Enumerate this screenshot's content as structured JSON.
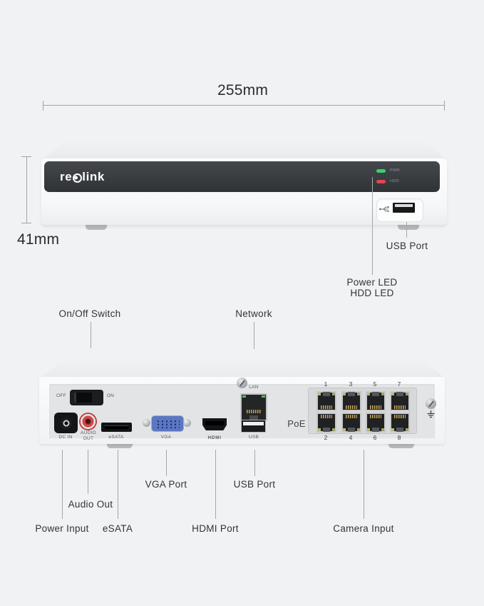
{
  "dimensions": {
    "width_label": "255mm",
    "height_label": "41mm"
  },
  "front": {
    "brand_prefix": "re",
    "brand_suffix": "link",
    "led_pwr_label": "PWR",
    "led_hdd_label": "HDD",
    "callout_usb": "USB Port",
    "callout_power_led": "Power LED",
    "callout_hdd_led": "HDD LED"
  },
  "back": {
    "callout_onoff": "On/Off Switch",
    "callout_network": "Network",
    "switch_off": "OFF",
    "switch_on": "ON",
    "port_labels": {
      "dc_in": "DC IN",
      "audio_line1": "AUDIO",
      "audio_line2": "OUT",
      "esata": "eSATA",
      "vga": "VGA",
      "hdmi": "HDMI",
      "lan": "LAN",
      "usb": "USB",
      "poe": "PoE"
    },
    "poe_numbers_top": [
      "1",
      "3",
      "5",
      "7"
    ],
    "poe_numbers_bottom": [
      "2",
      "4",
      "6",
      "8"
    ],
    "callout_power_input": "Power Input",
    "callout_audio_out": "Audio Out",
    "callout_esata": "eSATA",
    "callout_vga": "VGA Port",
    "callout_hdmi": "HDMI Port",
    "callout_usb": "USB Port",
    "callout_camera": "Camera Input"
  },
  "colors": {
    "background": "#f1f2f3",
    "panel_dark": "#3a3e41",
    "led_green": "#35d06e",
    "led_red": "#e4434f",
    "vga_blue": "#5b76c4"
  }
}
